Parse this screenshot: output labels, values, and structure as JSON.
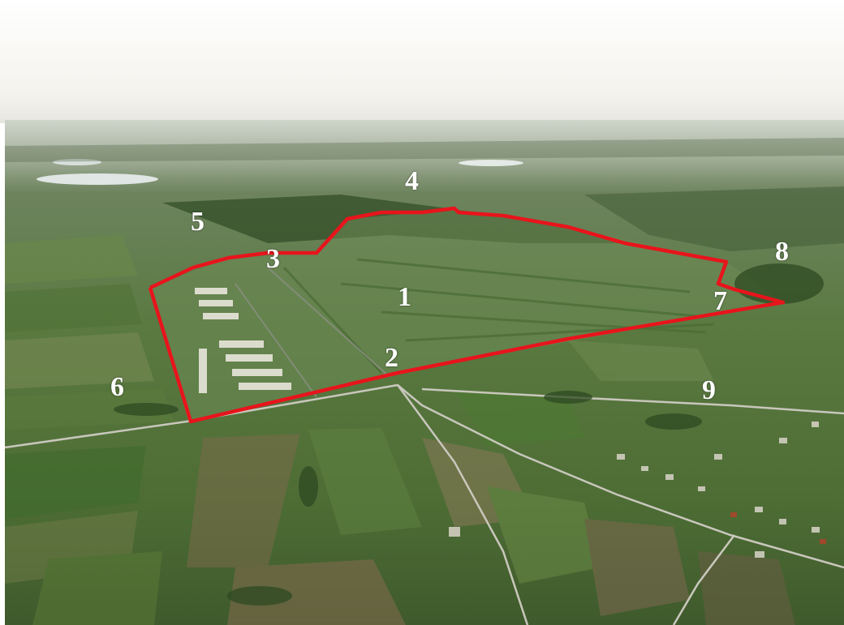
{
  "image": {
    "outline_color": "#e8141c",
    "markers": [
      {
        "label": "1"
      },
      {
        "label": "2"
      },
      {
        "label": "3"
      },
      {
        "label": "4"
      },
      {
        "label": "5"
      },
      {
        "label": "6"
      },
      {
        "label": "7"
      },
      {
        "label": "8"
      },
      {
        "label": "9"
      }
    ]
  }
}
